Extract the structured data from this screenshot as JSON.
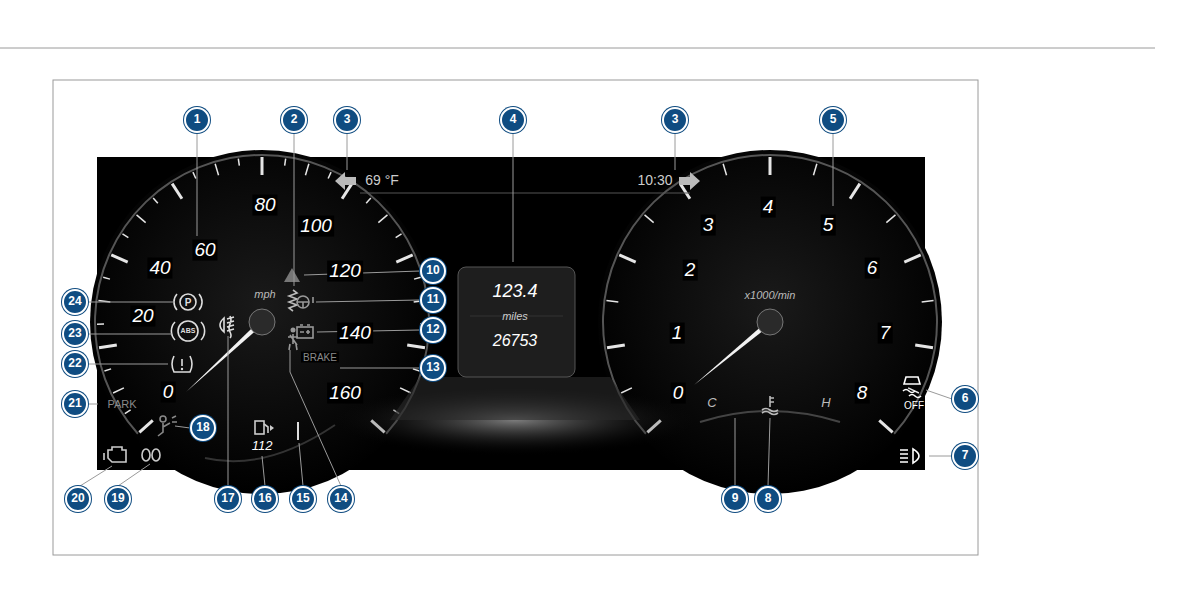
{
  "diagram": {
    "labels": [
      "1",
      "2",
      "3",
      "3",
      "4",
      "5",
      "6",
      "7",
      "8",
      "9",
      "10",
      "11",
      "12",
      "13",
      "14",
      "15",
      "16",
      "17",
      "18",
      "19",
      "20",
      "21",
      "22",
      "23",
      "24",
      "mph",
      "0",
      "20",
      "40",
      "60",
      "80",
      "100",
      "120",
      "140",
      "160",
      "69 °F",
      "10:30",
      "123.4",
      "miles",
      "26753",
      "x1000/min",
      "0",
      "1",
      "2",
      "3",
      "4",
      "5",
      "6",
      "7",
      "8",
      "C",
      "H",
      "P",
      "ABS",
      "PARK",
      "BRAKE",
      "OFF",
      "112"
    ]
  }
}
